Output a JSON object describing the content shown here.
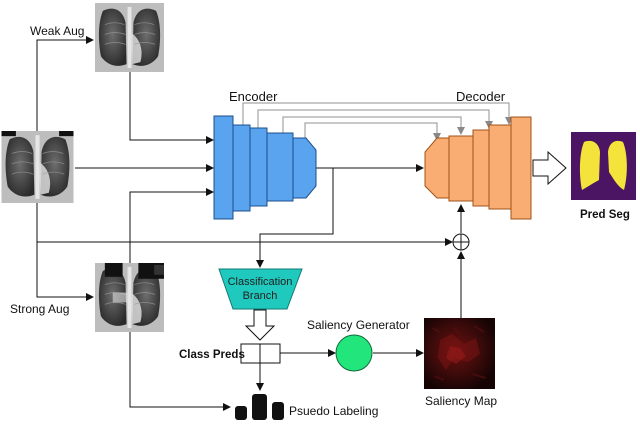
{
  "labels": {
    "weak_aug": "Weak Aug",
    "strong_aug": "Strong Aug",
    "encoder": "Encoder",
    "decoder": "Decoder",
    "classification_line1": "Classification",
    "classification_line2": "Branch",
    "saliency_generator": "Saliency Generator",
    "class_preds": "Class Preds",
    "saliency_map": "Saliency Map",
    "pseudo_labeling": "Psuedo Labeling",
    "pred_seg": "Pred Seg"
  },
  "icons": {
    "xray": "chest-xray-icon",
    "segmentation": "lung-segmentation-icon",
    "saliency": "saliency-heatmap-icon",
    "sum": "sum-circle-icon"
  },
  "colors": {
    "encoder": "#5aa3ee",
    "decoder": "#f9ad72",
    "classification": "#20c9bd",
    "saliency_generator": "#22e67c",
    "pred_seg_bg": "#4b1563",
    "pred_seg_lungs": "#f4e33a",
    "saliency_bg": "#1c0606",
    "skip_line": "#909090"
  }
}
